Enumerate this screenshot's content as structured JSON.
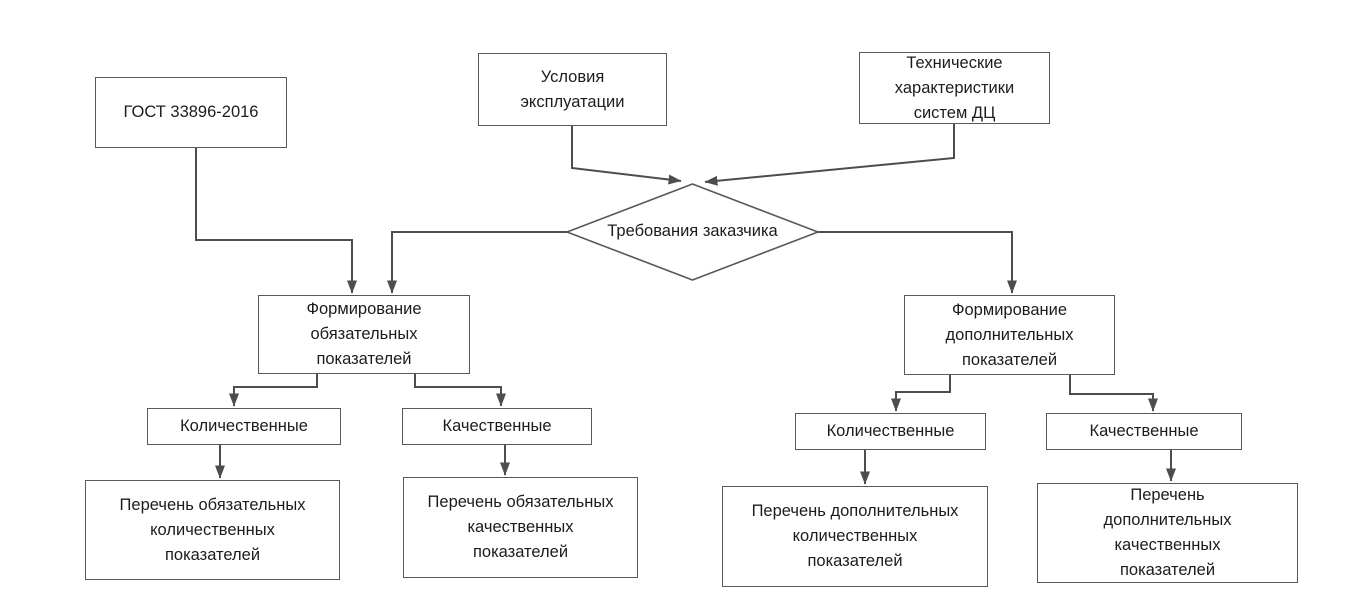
{
  "diagram": {
    "type": "flowchart",
    "language": "ru",
    "colors": {
      "background": "#ffffff",
      "node_border": "#595959",
      "node_fill": "#ffffff",
      "line": "#4d4d4d",
      "arrowhead": "#4d4d4d",
      "text": "#1c1c1c"
    },
    "nodes": {
      "gost": {
        "shape": "rect",
        "label": "ГОСТ 33896-2016"
      },
      "operating_conditions": {
        "shape": "rect",
        "label": "Условия\nэксплуатации"
      },
      "technical_characteristics": {
        "shape": "rect",
        "label": "Технические\nхарактеристики\nсистем ДЦ"
      },
      "customer_requirements": {
        "shape": "diamond",
        "label": "Требования заказчика"
      },
      "form_mandatory": {
        "shape": "rect",
        "label": "Формирование\nобязательных\nпоказателей"
      },
      "form_additional": {
        "shape": "rect",
        "label": "Формирование\nдополнительных\nпоказателей"
      },
      "quantitative_mandatory": {
        "shape": "rect",
        "label": "Количественные"
      },
      "qualitative_mandatory": {
        "shape": "rect",
        "label": "Качественные"
      },
      "quantitative_additional": {
        "shape": "rect",
        "label": "Количественные"
      },
      "qualitative_additional": {
        "shape": "rect",
        "label": "Качественные"
      },
      "list_mandatory_quantitative": {
        "shape": "rect",
        "label": "Перечень обязательных\nколичественных\nпоказателей"
      },
      "list_mandatory_qualitative": {
        "shape": "rect",
        "label": "Перечень обязательных\nкачественных\nпоказателей"
      },
      "list_additional_quantitative": {
        "shape": "rect",
        "label": "Перечень дополнительных\nколичественных\nпоказателей"
      },
      "list_additional_qualitative": {
        "shape": "rect",
        "label": "Перечень\nдополнительных\nкачественных\nпоказателей"
      }
    },
    "edges": [
      {
        "from": "gost",
        "to": "form_mandatory"
      },
      {
        "from": "operating_conditions",
        "to": "customer_requirements"
      },
      {
        "from": "technical_characteristics",
        "to": "customer_requirements"
      },
      {
        "from": "customer_requirements",
        "to": "form_mandatory"
      },
      {
        "from": "customer_requirements",
        "to": "form_additional"
      },
      {
        "from": "form_mandatory",
        "to": "quantitative_mandatory"
      },
      {
        "from": "form_mandatory",
        "to": "qualitative_mandatory"
      },
      {
        "from": "form_additional",
        "to": "quantitative_additional"
      },
      {
        "from": "form_additional",
        "to": "qualitative_additional"
      },
      {
        "from": "quantitative_mandatory",
        "to": "list_mandatory_quantitative"
      },
      {
        "from": "qualitative_mandatory",
        "to": "list_mandatory_qualitative"
      },
      {
        "from": "quantitative_additional",
        "to": "list_additional_quantitative"
      },
      {
        "from": "qualitative_additional",
        "to": "list_additional_qualitative"
      }
    ]
  }
}
